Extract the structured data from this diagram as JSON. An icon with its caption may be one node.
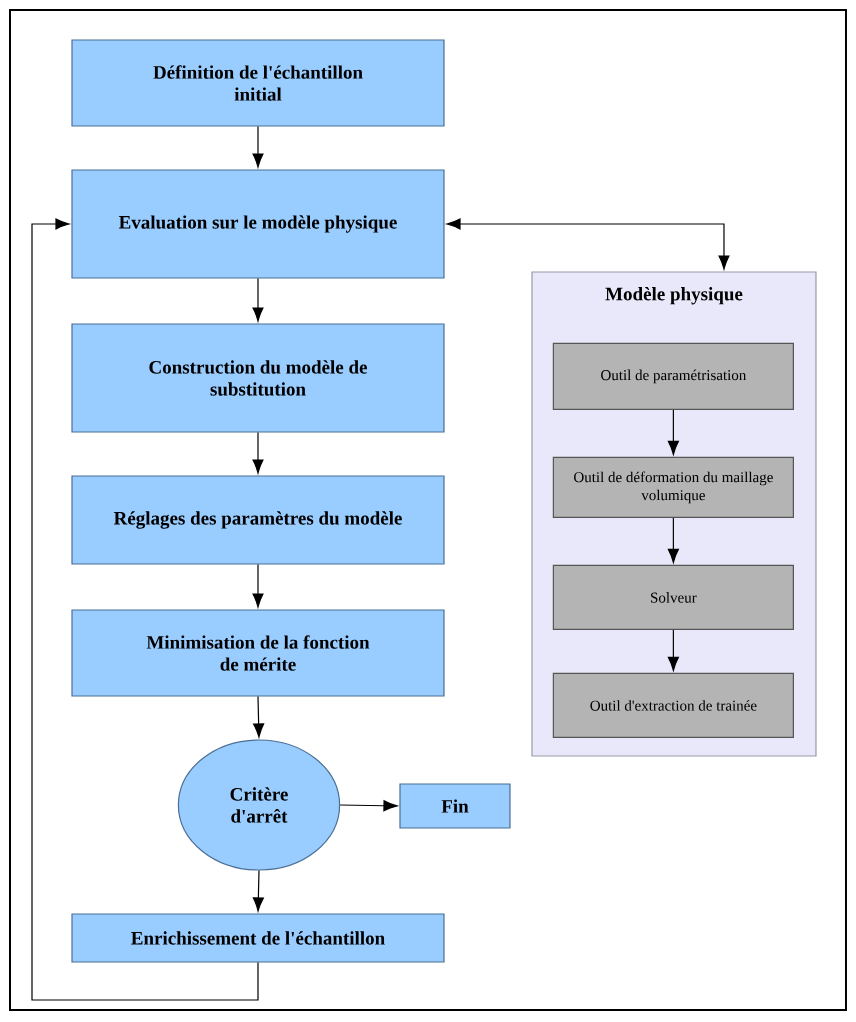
{
  "diagram": {
    "nodes": [
      {
        "text": [
          "Définition de l'échantillon initial"
        ]
      },
      {
        "text": [
          "Evaluation sur le modèle physique"
        ]
      },
      {
        "text": [
          "Construction du modèle de substitution"
        ]
      },
      {
        "text": [
          "Réglages des paramètres du modèle"
        ]
      },
      {
        "text": [
          "Minimisation de la fonction de mérite"
        ]
      },
      {
        "text": [
          "Critère d'arrêt"
        ]
      },
      {
        "text": [
          "Fin"
        ]
      },
      {
        "text": [
          "Enrichissement de l'échantillon"
        ]
      },
      {
        "text": [
          "Modèle physique"
        ]
      },
      {
        "text": [
          "Outil de paramétrisation"
        ],
        "in": 8
      },
      {
        "text": [
          "Outil de déformation du maillage volumique"
        ],
        "in": 8
      },
      {
        "text": [
          "Solveur"
        ],
        "in": 8
      },
      {
        "text": [
          "Outil d'extraction de trainée"
        ],
        "in": 8
      }
    ],
    "edges": [
      {
        "from": 0,
        "to": 1,
        "arrow": "to"
      },
      {
        "from": 1,
        "to": 2,
        "arrow": "to"
      },
      {
        "from": 2,
        "to": 3,
        "arrow": "to"
      },
      {
        "from": 3,
        "to": 4,
        "arrow": "to"
      },
      {
        "from": 4,
        "to": 5,
        "arrow": "to"
      },
      {
        "from": 5,
        "to": 6,
        "arrow": "to"
      },
      {
        "from": 5,
        "to": 7,
        "arrow": "to"
      },
      {
        "from": 7,
        "to": 1,
        "arrow": "to"
      },
      {
        "from": 1,
        "to": 8,
        "arrow": "both"
      },
      {
        "from": 9,
        "to": 10,
        "arrow": "to"
      },
      {
        "from": 10,
        "to": 11,
        "arrow": "to"
      },
      {
        "from": 11,
        "to": 12,
        "arrow": "to"
      }
    ]
  }
}
